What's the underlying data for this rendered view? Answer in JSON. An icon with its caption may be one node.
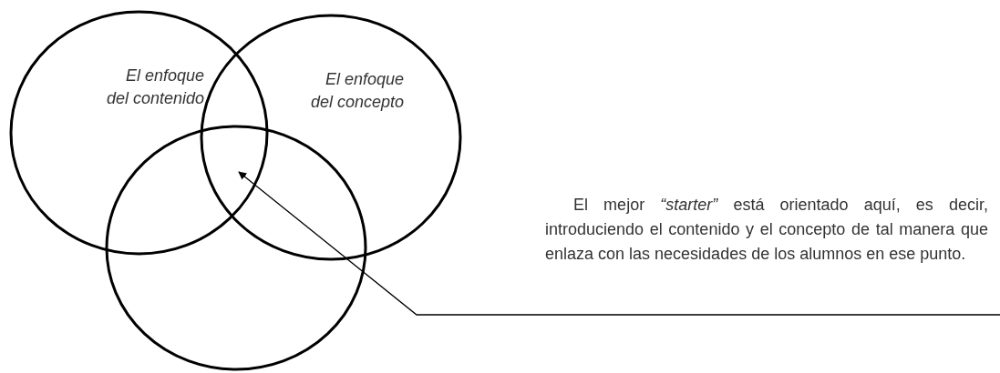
{
  "diagram": {
    "nodes": [
      {
        "text": [
          "El enfoque del contenido"
        ]
      },
      {
        "text": [
          "El enfoque del concepto"
        ]
      },
      {
        "text": [],
        "shape": "circle"
      },
      {
        "text": [
          "El mejor *“starter”* está orientado aquí, es decir, introduciendo el contenido y el concepto de tal manera que enlaza con las necesidades de los alumnos en ese punto."
        ]
      }
    ],
    "edges": [
      {
        "from": 3,
        "to": 0,
        "arrow": "to"
      }
    ]
  }
}
